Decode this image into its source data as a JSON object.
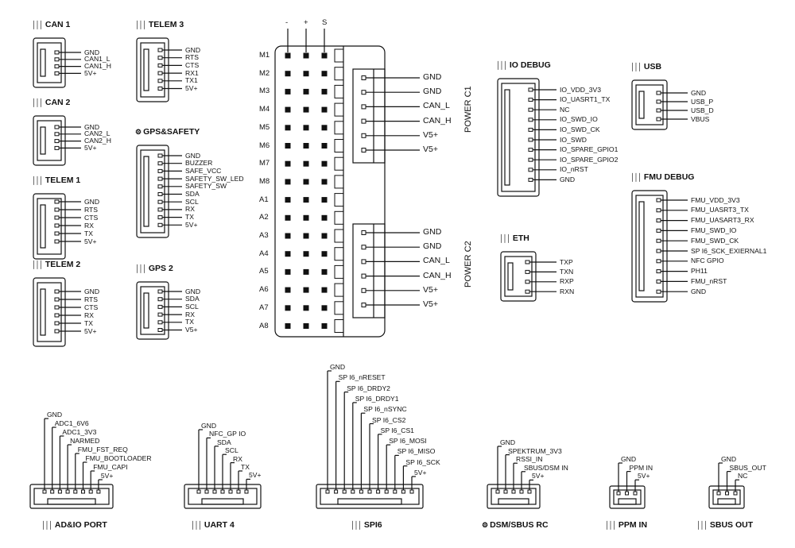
{
  "panels": {
    "can1": {
      "title": "CAN 1",
      "pins": [
        "GND",
        "CAN1_L",
        "CAN1_H",
        "5V+"
      ]
    },
    "can2": {
      "title": "CAN 2",
      "pins": [
        "GND",
        "CAN2_L",
        "CAN2_H",
        "5V+"
      ]
    },
    "telem1": {
      "title": "TELEM 1",
      "pins": [
        "GND",
        "RTS",
        "CTS",
        "RX",
        "TX",
        "5V+"
      ]
    },
    "telem2": {
      "title": "TELEM 2",
      "pins": [
        "GND",
        "RTS",
        "CTS",
        "RX",
        "TX",
        "5V+"
      ]
    },
    "telem3": {
      "title": "TELEM 3",
      "pins": [
        "GND",
        "RTS",
        "CTS",
        "RX1",
        "TX1",
        "5V+"
      ]
    },
    "gps_safety": {
      "title": "GPS&SAFETY",
      "pins": [
        "GND",
        "BUZZER",
        "SAFE_VCC",
        "SAFETY_SW_LED",
        "SAFETY_SW",
        "SDA",
        "SCL",
        "RX",
        "TX",
        "5V+"
      ]
    },
    "gps2": {
      "title": "GPS 2",
      "pins": [
        "GND",
        "SDA",
        "SCL",
        "RX",
        "TX",
        "V5+"
      ]
    },
    "io_debug": {
      "title": "IO DEBUG",
      "pins": [
        "IO_VDD_3V3",
        "IO_UASRT1_TX",
        "NC",
        "IO_SWD_IO",
        "IO_SWD_CK",
        "IO_SWD",
        "IO_SPARE_GPIO1",
        "IO_SPARE_GPIO2",
        "IO_nRST",
        "GND"
      ]
    },
    "usb": {
      "title": "USB",
      "pins": [
        "GND",
        "USB_P",
        "USB_D",
        "VBUS"
      ]
    },
    "fmu_debug": {
      "title": "FMU DEBUG",
      "pins": [
        "FMU_VDD_3V3",
        "FMU_UASRT3_TX",
        "FMU_UASART3_RX",
        "FMU_SWD_IO",
        "FMU_SWD_CK",
        "SP I6_SCK_EXIERNAL1",
        "NFC GPIO",
        "PH11",
        "FMU_nRST",
        "GND"
      ]
    },
    "eth": {
      "title": "ETH",
      "pins": [
        "TXP",
        "TXN",
        "RXP",
        "RXN"
      ]
    },
    "adio": {
      "title": "AD&IO PORT",
      "pins": [
        "GND",
        "ADC1_6V6",
        "ADC1_3V3",
        "NARMED",
        "FMU_FST_REQ",
        "FMU_BOOTLOADER",
        "FMU_CAPI",
        "5V+"
      ]
    },
    "uart4": {
      "title": "UART 4",
      "pins": [
        "GND",
        "NFC_GP IO",
        "SDA",
        "SCL",
        "RX",
        "TX",
        "5V+"
      ]
    },
    "spi6": {
      "title": "SPI6",
      "pins": [
        "GND",
        "SP I6_nRESET",
        "SP I6_DRDY2",
        "SP I6_DRDY1",
        "SP I6_nSYNC",
        "SP I6_CS2",
        "SP I6_CS1",
        "SP I6_MOSI",
        "SP I6_MISO",
        "SP I6_SCK",
        "5V+"
      ]
    },
    "dsm": {
      "title": "DSM/SBUS RC",
      "pins": [
        "GND",
        "SPEKTRUM_3V3",
        "RSSI_IN",
        "SBUS/DSM IN",
        "5V+"
      ]
    },
    "ppm": {
      "title": "PPM IN",
      "pins": [
        "GND",
        "PPM IN",
        "5V+"
      ]
    },
    "sbus_out": {
      "title": "SBUS OUT",
      "pins": [
        "GND",
        "SBUS_OUT",
        "NC"
      ]
    }
  },
  "rail": {
    "header": [
      "-",
      "+",
      "S"
    ],
    "rows": [
      "M1",
      "M2",
      "M3",
      "M4",
      "M5",
      "M6",
      "M7",
      "M8",
      "A1",
      "A2",
      "A3",
      "A4",
      "A5",
      "A6",
      "A7",
      "A8"
    ]
  },
  "power_c1": {
    "label": "POWER C1",
    "pins": [
      "GND",
      "GND",
      "CAN_L",
      "CAN_H",
      "V5+",
      "V5+"
    ]
  },
  "power_c2": {
    "label": "POWER C2",
    "pins": [
      "GND",
      "GND",
      "CAN_L",
      "CAN_H",
      "V5+",
      "V5+"
    ]
  }
}
